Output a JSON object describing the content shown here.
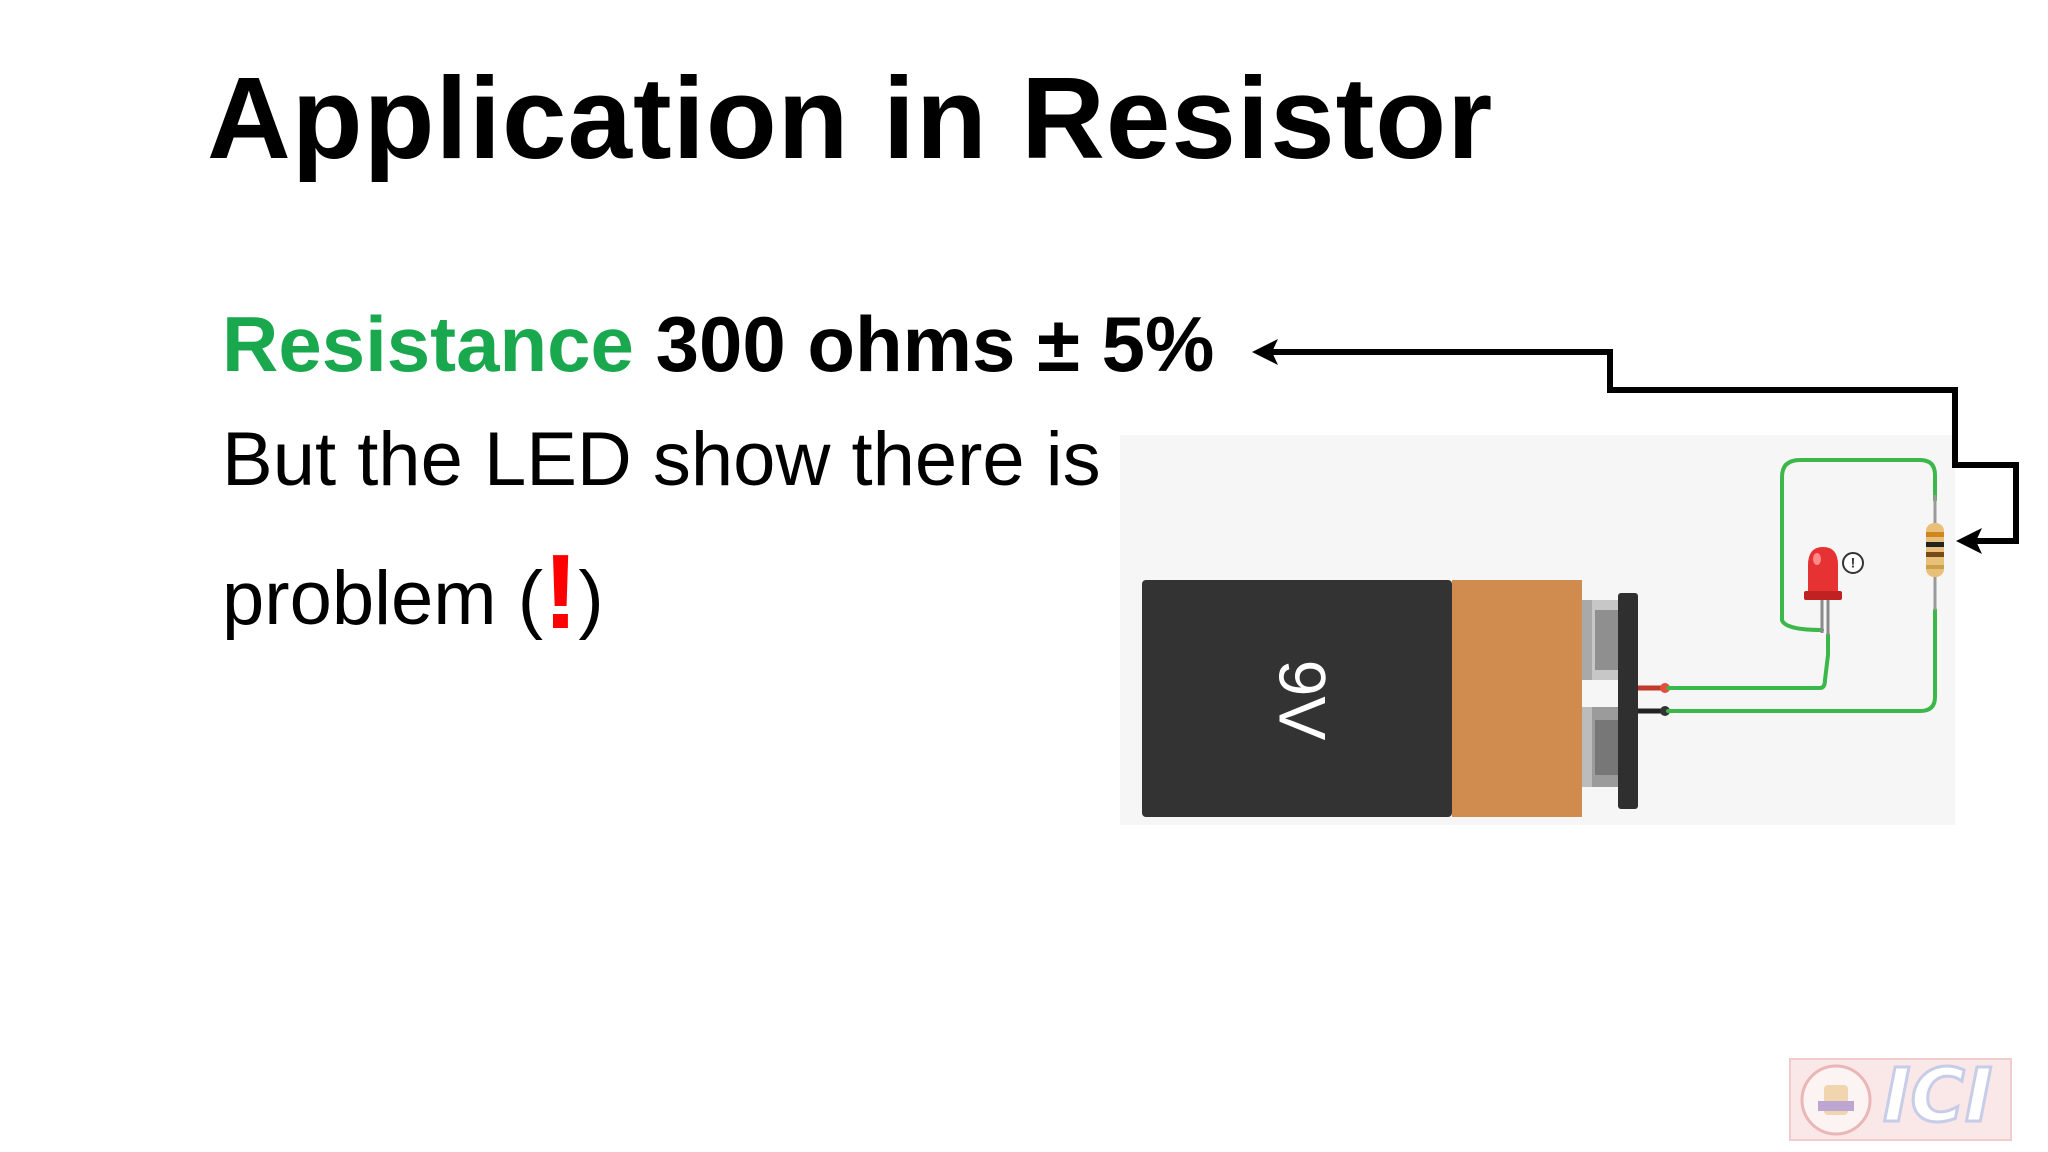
{
  "slide": {
    "title": "Application in Resistor",
    "resistance_label": "Resistance",
    "resistance_value": "300 ohms ± 5%",
    "line2": "But the LED show there is a",
    "line3_prefix": "problem (",
    "line3_mark": "!",
    "line3_suffix": ")"
  },
  "circuit": {
    "battery_label": "9V",
    "warning_symbol": "!"
  },
  "logo": {
    "text": "ICI"
  },
  "colors": {
    "accent_green": "#1aa84f",
    "alert_red": "#ff0000",
    "wire_green": "#3cb84a",
    "battery_dark": "#333333",
    "battery_copper": "#d08b4e"
  }
}
